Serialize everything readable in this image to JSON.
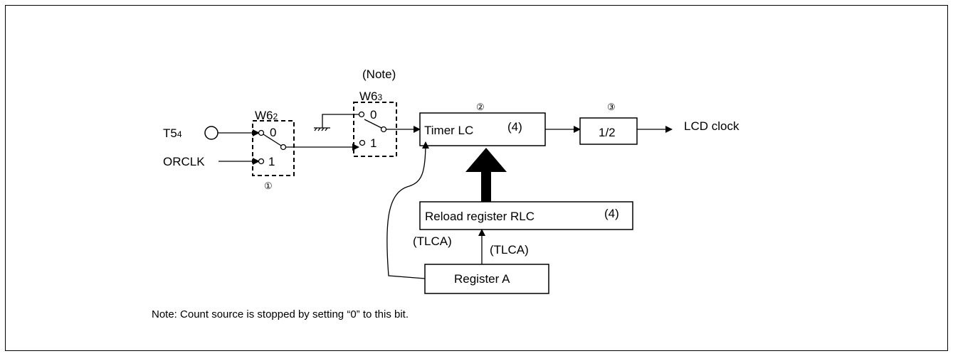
{
  "labels": {
    "note_marker": "(Note)",
    "sw2_name": "W6",
    "sw2_sub": "2",
    "sw3_name": "W6",
    "sw3_sub": "3",
    "t5_name": "T5",
    "t5_sub": "4",
    "orclk": "ORCLK",
    "sw2_opt0": "0",
    "sw2_opt1": "1",
    "sw3_opt0": "0",
    "sw3_opt1": "1",
    "marker1": "①",
    "marker2": "②",
    "marker3": "③",
    "tlca_left": "(TLCA)",
    "tlca_right": "(TLCA)",
    "lcd_clock": "LCD clock"
  },
  "blocks": {
    "timer_lc": "Timer LC",
    "timer_lc_bits": "(4)",
    "divider": "1/2",
    "reload": "Reload register RLC",
    "reload_bits": "(4)",
    "register_a": "Register A"
  },
  "footnote": "Note: Count source is stopped by setting “0” to this bit."
}
